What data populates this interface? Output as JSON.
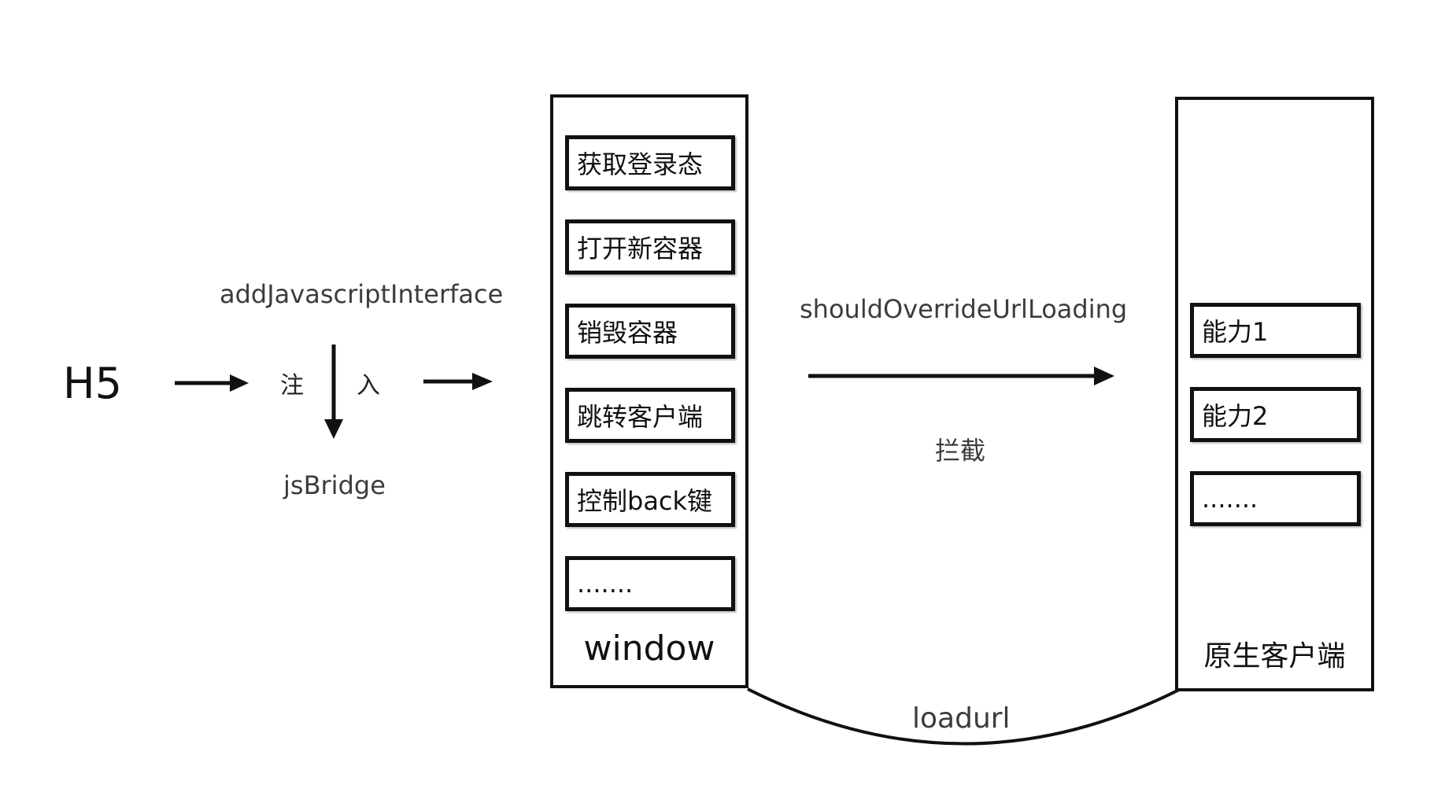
{
  "h5_label": "H5",
  "inject": {
    "top_label": "addJavascriptInterface",
    "char_left": "注",
    "char_right": "入",
    "bottom_label": "jsBridge"
  },
  "window_panel": {
    "title": "window",
    "items": [
      "获取登录态",
      "打开新容器",
      "销毁容器",
      "跳转客户端",
      "控制back键",
      "......."
    ]
  },
  "intercept": {
    "top_label": "shouldOverrideUrlLoading",
    "bottom_label": "拦截"
  },
  "native_panel": {
    "title": "原生客户端",
    "items": [
      "能力1",
      "能力2",
      "......."
    ]
  },
  "loadurl_label": "loadurl",
  "colors": {
    "stroke": "#111111",
    "text": "#111111",
    "muted_text": "#3c3c3c",
    "background": "#ffffff"
  }
}
